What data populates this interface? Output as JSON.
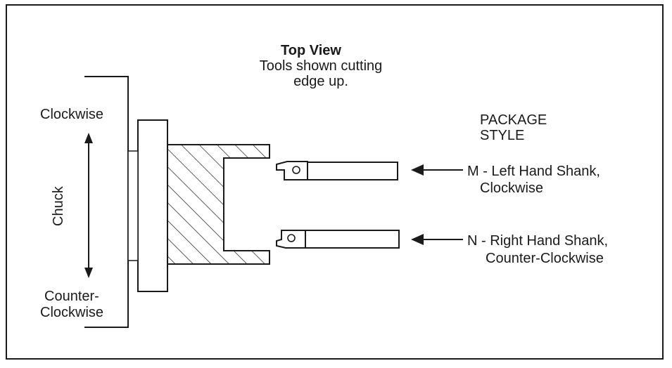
{
  "title": "Top View",
  "subtitle_line1": "Tools shown cutting",
  "subtitle_line2": "edge up.",
  "rotation_top": "Clockwise",
  "rotation_axis_label": "Chuck",
  "rotation_bottom_line1": "Counter-",
  "rotation_bottom_line2": "Clockwise",
  "package_heading_line1": "PACKAGE",
  "package_heading_line2": "STYLE",
  "style_m_line1": "M - Left Hand Shank,",
  "style_m_line2": "Clockwise",
  "style_n_line1": "N - Right Hand Shank,",
  "style_n_line2": "Counter-Clockwise",
  "colors": {
    "ink": "#1a1a1a",
    "background": "#ffffff"
  }
}
